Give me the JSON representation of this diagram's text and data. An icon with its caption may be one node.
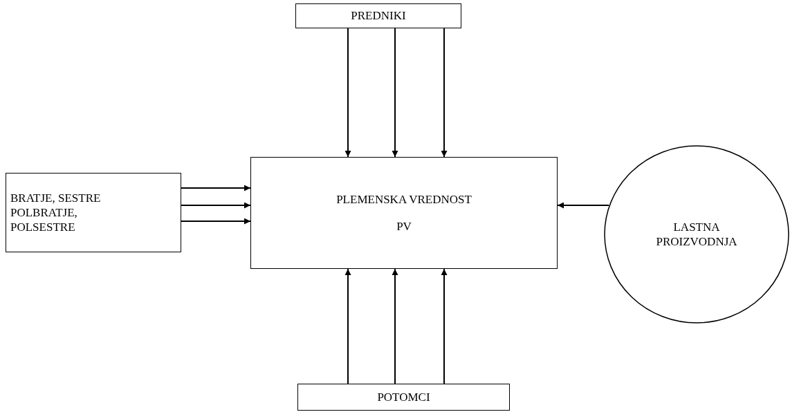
{
  "diagram": {
    "nodes": [
      {
        "text": [
          "PREDNIKI"
        ]
      },
      {
        "text": [
          "PLEMENSKA VREDNOST",
          "PV"
        ]
      },
      {
        "text": [
          "BRATJE, SESTRE POLBRATJE, POLSESTRE"
        ]
      },
      {
        "text": [
          "LASTNA PROIZVODNJA"
        ]
      },
      {
        "text": [
          "POTOMCI"
        ]
      }
    ],
    "edges": [
      {
        "from": 0,
        "to": 1,
        "arrow": "to"
      },
      {
        "from": 0,
        "to": 1,
        "arrow": "to"
      },
      {
        "from": 0,
        "to": 1,
        "arrow": "to"
      },
      {
        "from": 2,
        "to": 1,
        "arrow": "to"
      },
      {
        "from": 2,
        "to": 1,
        "arrow": "to"
      },
      {
        "from": 2,
        "to": 1,
        "arrow": "to"
      },
      {
        "from": 3,
        "to": 1,
        "arrow": "to"
      },
      {
        "from": 4,
        "to": 1,
        "arrow": "to"
      },
      {
        "from": 4,
        "to": 1,
        "arrow": "to"
      },
      {
        "from": 4,
        "to": 1,
        "arrow": "to"
      }
    ]
  }
}
